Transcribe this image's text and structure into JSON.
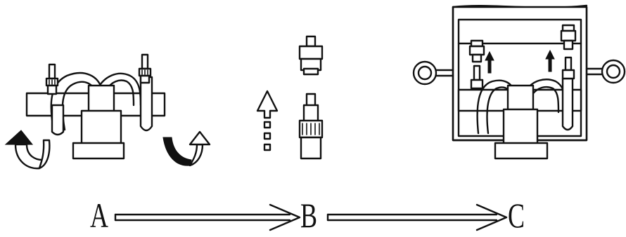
{
  "steps": [
    {
      "id": "A",
      "label": "A"
    },
    {
      "id": "B",
      "label": "B"
    },
    {
      "id": "C",
      "label": "C"
    }
  ],
  "icons": [
    "curved-arrow-left-icon",
    "curved-arrow-right-icon",
    "up-arrow-dashed-icon",
    "up-arrow-icon"
  ],
  "colors": {
    "line": "#111111",
    "background": "#ffffff"
  }
}
